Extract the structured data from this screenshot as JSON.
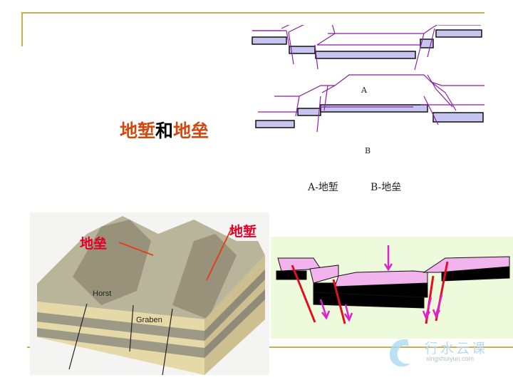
{
  "slide": {
    "title": {
      "part1": "地堑",
      "part2": "和",
      "part3": "地垒"
    },
    "accent_color": "#d04a10",
    "line_color": "#c8b04a"
  },
  "diagram_ab": {
    "label_a": "A",
    "label_b": "B",
    "caption_a": "A-地堑",
    "caption_b": "B-地垒"
  },
  "block_diagram": {
    "label_horst_cn": "地垒",
    "label_graben_cn": "地堑",
    "label_horst_en": "Horst",
    "label_graben_en": "Graben"
  },
  "watermark": {
    "name": "行水云课",
    "url": "xingshuiyun.com"
  }
}
